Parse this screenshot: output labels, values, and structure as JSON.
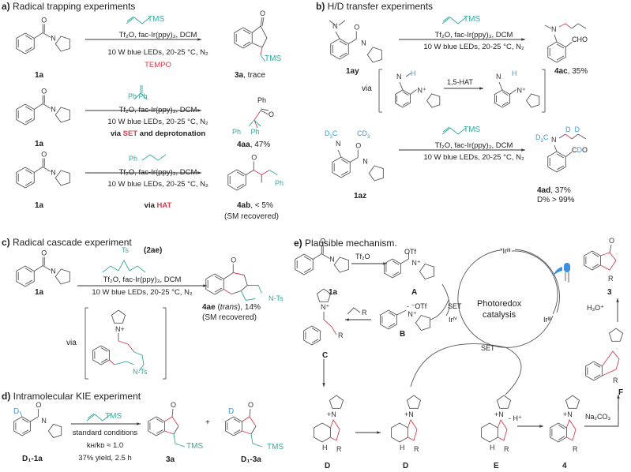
{
  "colors": {
    "bond": "#555555",
    "red": "#d2404f",
    "teal": "#35a89c",
    "blue": "#3a9ad9",
    "led": "#3a8fe0"
  },
  "common": {
    "cond1": "Tf₂O, fac-Ir(ppy)₃, DCM",
    "cond2": "10 W blue LEDs, 20-25 °C, N₂",
    "tms": "TMS",
    "via": "via"
  },
  "panel_a": {
    "letter": "a)",
    "title": "Radical trapping experiments",
    "rows": [
      {
        "substrate": "1a",
        "additive": "TEMPO",
        "product": "3a",
        "yield": ", trace",
        "reagent_label": "TMS"
      },
      {
        "substrate": "1a",
        "note_pre": "via ",
        "note_hl": "SET",
        "note_post": " and deprotonation",
        "product": "4aa",
        "yield": ", 47%",
        "reagent_label": "Ph  Ph"
      },
      {
        "substrate": "1a",
        "note_pre": "via ",
        "note_hl": "HAT",
        "product": "4ab",
        "yield": ", < 5%",
        "extra": "(SM recovered)",
        "reagent_label": "Ph"
      }
    ]
  },
  "panel_b": {
    "letter": "b)",
    "title": "H/D transfer experiments",
    "row1": {
      "substrate": "1ay",
      "product": "4ac",
      "yield": ", 35%",
      "via": "via",
      "step": "1,5-HAT",
      "product_group": "CHO"
    },
    "row2": {
      "substrate": "1az",
      "product": "4ad",
      "yield": ", 37%",
      "dpct": "D% > 99%",
      "product_group": "CDO"
    }
  },
  "panel_c": {
    "letter": "c)",
    "title": "Radical cascade experiment",
    "reagent": "(2ae)",
    "substrate": "1a",
    "product": "4ae",
    "stereo": "trans",
    "yield": ", 14%",
    "extra": "(SM recovered)",
    "via": "via"
  },
  "panel_d": {
    "letter": "d)",
    "title": "Intramolecular KIE experiment",
    "substrate": "D₁-1a",
    "cond_a": "standard conditions",
    "kie": "kʜ/kᴅ ≈ 1.0",
    "yield_time": "37% yield, 2.5 h",
    "product1": "3a",
    "product2": "D₁-3a",
    "plus": "+"
  },
  "panel_e": {
    "letter": "e)",
    "title": "Plausible mechanism.",
    "reagent_tf2o": "Tf₂O",
    "labels": {
      "s": "1a",
      "A": "A",
      "B": "B",
      "C": "C",
      "D1": "D",
      "D2": "D",
      "E": "E",
      "four": "4",
      "F": "F",
      "three": "3"
    },
    "otf_loss": "- ⁻OTf",
    "set1": "SET",
    "set2": "SET",
    "cycle_title": "Photoredox",
    "cycle_sub": "catalysis",
    "ir_excited": "*Irᴵᴵᴵ",
    "ir_iv": "Irᴵⱽ",
    "ir_iii": "Irᴵᴵᴵ",
    "minus_h": "- H⁺",
    "na2co3": "Na₂CO₃",
    "h3o": "H₃O⁺",
    "otf": "OTf"
  }
}
